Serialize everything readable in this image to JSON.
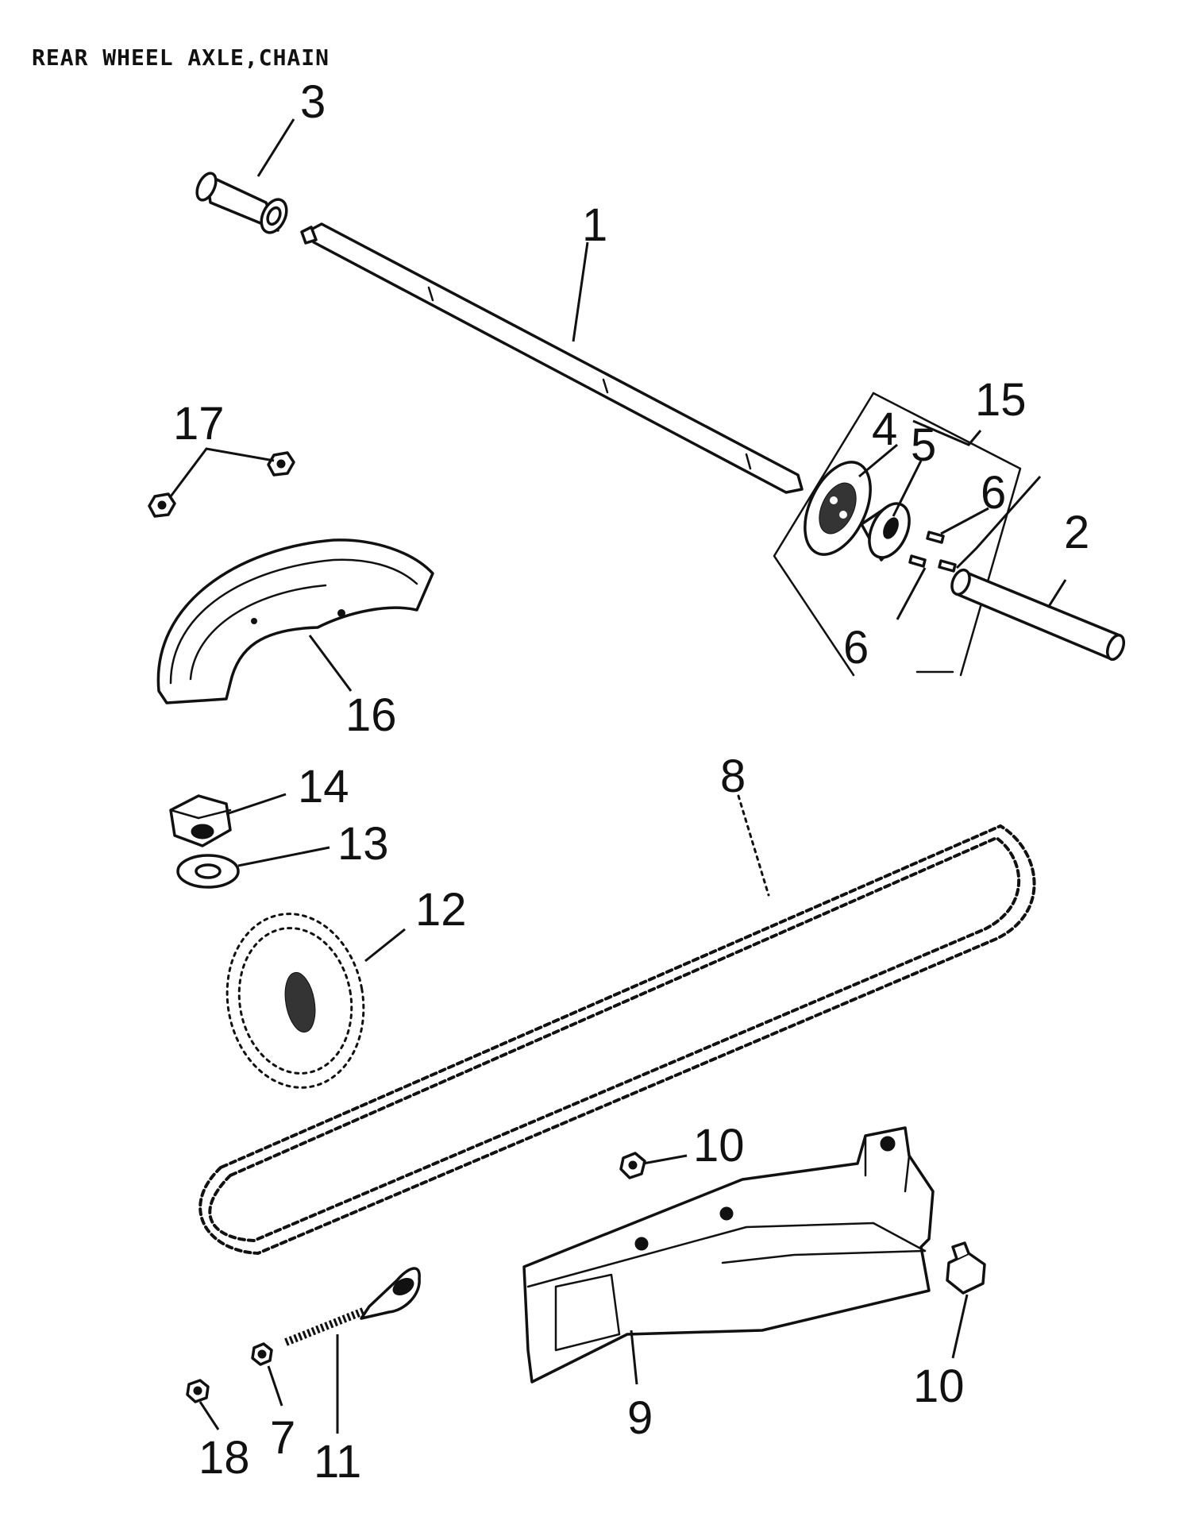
{
  "title": "REAR WHEEL AXLE,CHAIN",
  "callouts": {
    "c1": "1",
    "c2": "2",
    "c3": "3",
    "c4": "4",
    "c5": "5",
    "c6a": "6",
    "c6b": "6",
    "c7": "7",
    "c8": "8",
    "c9": "9",
    "c10a": "10",
    "c10b": "10",
    "c11": "11",
    "c12": "12",
    "c13": "13",
    "c14": "14",
    "c15": "15",
    "c16": "16",
    "c17": "17",
    "c18": "18"
  }
}
